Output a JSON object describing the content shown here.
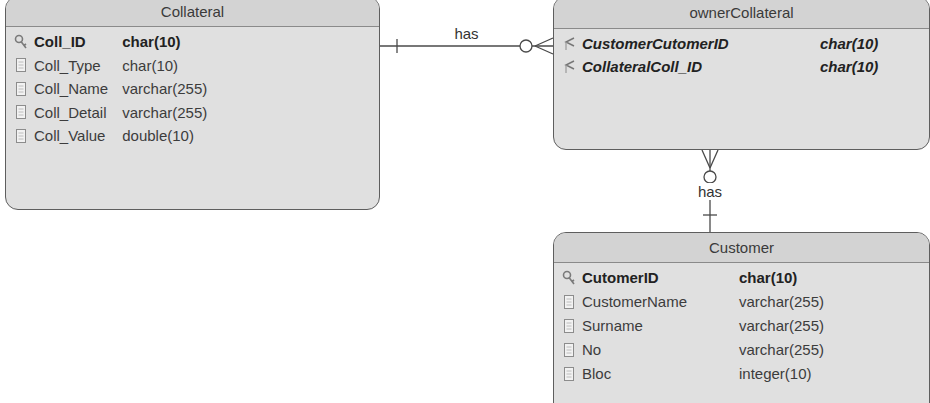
{
  "diagram": {
    "nodes": [
      {
        "text": [
          "Collateral",
          "Coll_ID",
          "char(10)",
          "Coll_Type",
          "char(10)",
          "Coll_Name",
          "varchar(255)",
          "Coll_Detail",
          "varchar(255)",
          "Coll_Value",
          "double(10)"
        ]
      },
      {
        "text": [
          "ownerCollateral",
          "CustomerCutomerID",
          "char(10)",
          "CollateralColl_ID",
          "char(10)"
        ]
      },
      {
        "text": [
          "Customer",
          "CutomerID",
          "char(10)",
          "CustomerName",
          "varchar(255)",
          "Surname",
          "varchar(255)",
          "No",
          "varchar(255)",
          "Bloc",
          "integer(10)"
        ]
      }
    ],
    "edges": [
      {
        "from": 0,
        "to": 1,
        "label": "has",
        "arrow": "none"
      },
      {
        "from": 2,
        "to": 1,
        "label": "has",
        "arrow": "none"
      }
    ]
  }
}
